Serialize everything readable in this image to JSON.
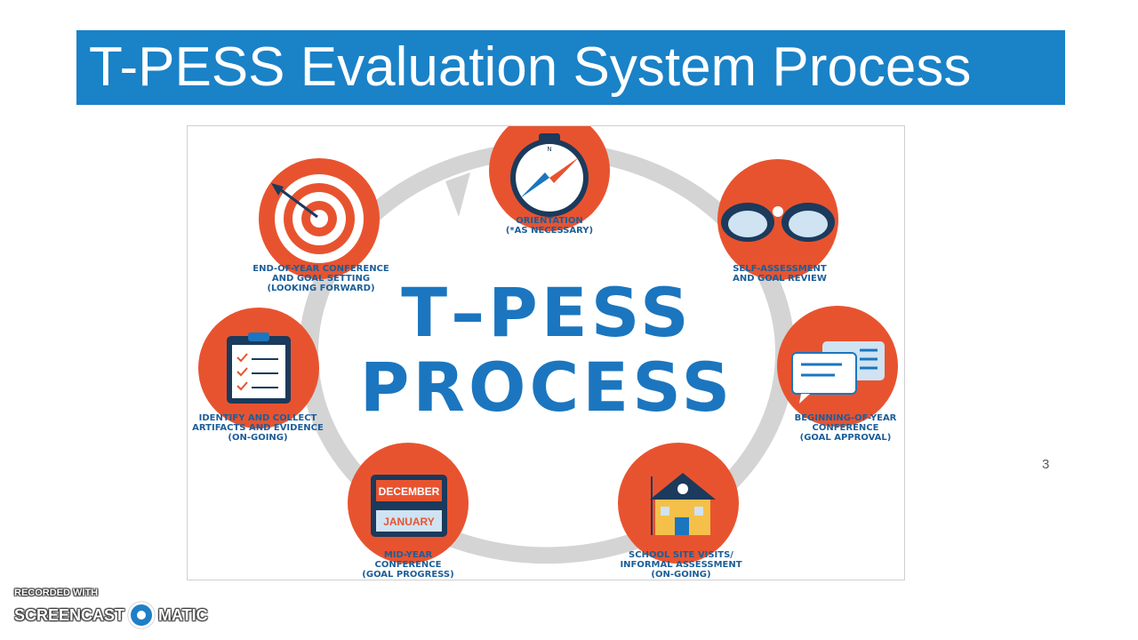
{
  "slide": {
    "title": "T-PESS Evaluation System Process",
    "page_number": "3"
  },
  "diagram": {
    "center_line1": "T–PESS",
    "center_line2": "PROCESS",
    "steps": [
      {
        "icon": "compass-icon",
        "lines": [
          "ORIENTATION",
          "(*AS NECESSARY)"
        ]
      },
      {
        "icon": "binoculars-icon",
        "lines": [
          "SELF-ASSESSMENT",
          "AND GOAL REVIEW"
        ]
      },
      {
        "icon": "chat-bubbles-icon",
        "lines": [
          "BEGINNING-OF-YEAR",
          "CONFERENCE",
          "(GOAL APPROVAL)"
        ]
      },
      {
        "icon": "school-building-icon",
        "lines": [
          "SCHOOL SITE VISITS/",
          "INFORMAL ASSESSMENT",
          "(ON-GOING)"
        ]
      },
      {
        "icon": "calendar-icon",
        "lines": [
          "MID-YEAR",
          "CONFERENCE",
          "(GOAL PROGRESS)"
        ],
        "calendar_top": "DECEMBER",
        "calendar_bottom": "JANUARY"
      },
      {
        "icon": "clipboard-icon",
        "lines": [
          "IDENTIFY AND COLLECT",
          "ARTIFACTS AND EVIDENCE",
          "(ON-GOING)"
        ]
      },
      {
        "icon": "target-icon",
        "lines": [
          "END-OF-YEAR CONFERENCE",
          "AND GOAL SETTING",
          "(LOOKING FORWARD)"
        ]
      }
    ],
    "colors": {
      "accent": "#e8532f",
      "blue": "#1b76bf",
      "ring": "#d4d4d4"
    }
  },
  "watermark": {
    "line1": "RECORDED WITH",
    "left": "SCREENCAST",
    "right": "MATIC"
  }
}
